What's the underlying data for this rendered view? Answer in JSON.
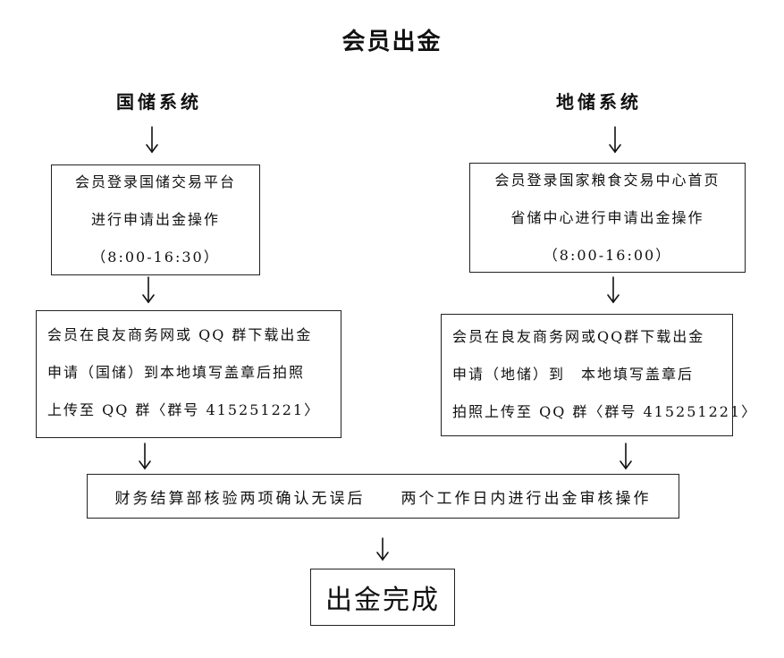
{
  "title": "会员出金",
  "left_branch": {
    "heading": "国储系统",
    "step1": {
      "lines": [
        "会员登录国储交易平台",
        "进行申请出金操作",
        "（8:00-16:30）"
      ]
    },
    "step2": {
      "lines": [
        "会员在良友商务网或 QQ 群下载出金",
        "申请（国储）到本地填写盖章后拍照",
        "上传至 QQ 群〈群号 415251221〉"
      ]
    }
  },
  "right_branch": {
    "heading": "地储系统",
    "step1": {
      "lines": [
        "会员登录国家粮食交易中心首页",
        "省储中心进行申请出金操作",
        "（8:00-16:00）"
      ]
    },
    "step2": {
      "lines": [
        "会员在良友商务网或QQ群下载出金",
        "申请（地储）到　本地填写盖章后",
        "拍照上传至 QQ 群〈群号 415251221〉"
      ]
    }
  },
  "merge_step": {
    "text": "财务结算部核验两项确认无误后　　两个工作日内进行出金审核操作"
  },
  "final_step": {
    "text": "出金完成"
  }
}
